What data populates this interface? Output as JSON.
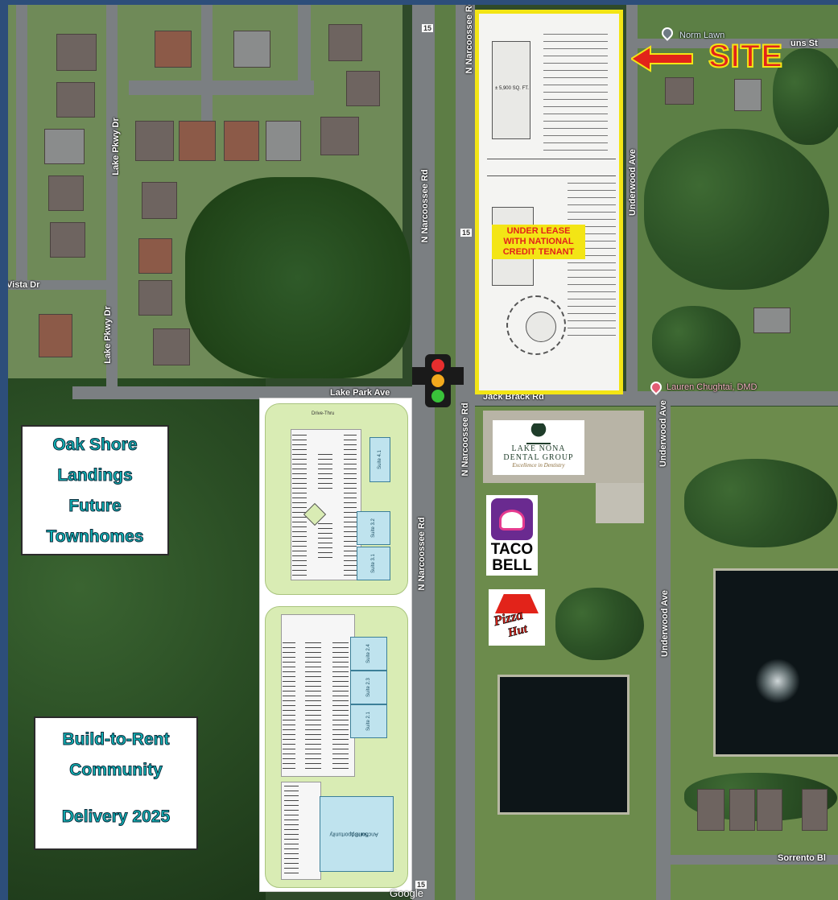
{
  "roads": {
    "n_narcoossee_1": "N Narcoossee Rd",
    "n_narcoossee_2": "N Narcoossee Rd",
    "n_narcoossee_3": "N Narcoossee Rd",
    "n_narcoossee_4": "N Narcoossee Rd",
    "lake_pkwy_1": "Lake Pkwy Dr",
    "lake_pkwy_2": "Lake Pkwy Dr",
    "vista_dr": "Vista Dr",
    "lake_park_ave": "Lake Park Ave",
    "jack_brack_rd": "Jack Brack Rd",
    "underwood_1": "Underwood Ave",
    "underwood_2": "Underwood Ave",
    "underwood_3": "Underwood Ave",
    "sorrento": "Sorrento Bl",
    "uns_st": "uns St",
    "route_15_a": "15",
    "route_15_b": "15",
    "route_15_c": "15"
  },
  "pois": {
    "norm_lawn": "Norm Lawn",
    "dentist": "Lauren Chughtai, DMD"
  },
  "site": {
    "label": "SITE",
    "lease_text": "UNDER LEASE WITH NATIONAL CREDIT TENANT",
    "lease_lines": [
      "UNDER LEASE",
      "WITH NATIONAL",
      "CREDIT TENANT"
    ],
    "sqft": "± 5,900 SQ. FT."
  },
  "oak_shore_box": {
    "lines": [
      "Oak Shore",
      "Landings",
      "Future",
      "Townhomes"
    ]
  },
  "btr_box": {
    "lines": [
      "Build-to-Rent",
      "Community",
      "",
      "Delivery 2025"
    ]
  },
  "plan": {
    "drive_thru": "Drive-Thru",
    "suite_4_1": "Suite 4.1",
    "suite_3_2": "Suite 3.2",
    "suite_3_1": "Suite 3.1",
    "suite_2_4": "Suite 2.4",
    "suite_2_3": "Suite 2.3",
    "suite_2_1": "Suite 2.1",
    "anchor": "Anchor Opportunity",
    "suite_1": "Suite 1"
  },
  "logos": {
    "dental_name_1": "LAKE NONA",
    "dental_name_2": "DENTAL GROUP",
    "dental_tagline": "Excellence in Dentistry",
    "taco_1": "TACO",
    "taco_2": "BELL",
    "pizza_1": "Pizza",
    "pizza_2": "Hut"
  },
  "attribution": "Google",
  "colors": {
    "site_border": "#f3e515",
    "site_label": "#e2231a",
    "box_text": "#10b5b8",
    "arrow": "#e2231a"
  }
}
